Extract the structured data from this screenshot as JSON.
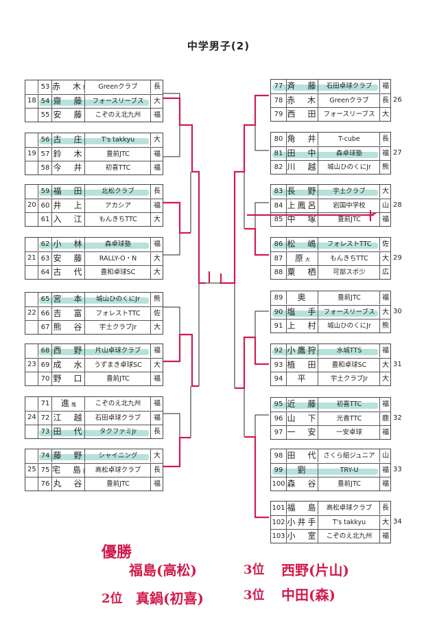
{
  "title": "中学男子(2)",
  "left_groups": [
    {
      "number": "18",
      "players": [
        {
          "num": "53",
          "name": "赤　木",
          "name_suffix": "陽",
          "team": "Greenクラブ",
          "pref": "長",
          "highlight": false
        },
        {
          "num": "54",
          "name": "齋　藤",
          "team": "フォースリーブス",
          "pref": "大",
          "highlight": true
        },
        {
          "num": "55",
          "name": "安　藤",
          "team": "こぞのえ北九州",
          "pref": "福",
          "highlight": false
        }
      ]
    },
    {
      "number": "19",
      "players": [
        {
          "num": "56",
          "name": "古　庄",
          "team": "T's takkyu",
          "pref": "大",
          "highlight": true
        },
        {
          "num": "57",
          "name": "鈴　木",
          "team": "豊前JTC",
          "pref": "福",
          "highlight": false
        },
        {
          "num": "58",
          "name": "今　井",
          "team": "初喜TTC",
          "pref": "福",
          "highlight": false
        }
      ]
    },
    {
      "number": "20",
      "players": [
        {
          "num": "59",
          "name": "福　田",
          "team": "北松クラブ",
          "pref": "長",
          "highlight": true
        },
        {
          "num": "60",
          "name": "井　上",
          "team": "アカシア",
          "pref": "福",
          "highlight": false
        },
        {
          "num": "61",
          "name": "入　江",
          "team": "もんきちTTC",
          "pref": "大",
          "highlight": false
        }
      ]
    },
    {
      "number": "21",
      "players": [
        {
          "num": "62",
          "name": "小　林",
          "team": "森卓球塾",
          "pref": "福",
          "highlight": true
        },
        {
          "num": "63",
          "name": "安　藤",
          "team": "RALLY-O・N",
          "pref": "大",
          "highlight": false
        },
        {
          "num": "64",
          "name": "古　代",
          "team": "豊和卓球SC",
          "pref": "大",
          "highlight": false
        }
      ]
    },
    {
      "number": "22",
      "players": [
        {
          "num": "65",
          "name": "宮　本",
          "team": "城山ひのくにJr",
          "pref": "熊",
          "highlight": true
        },
        {
          "num": "66",
          "name": "吉　富",
          "team": "フォレストTTC",
          "pref": "佐",
          "highlight": false
        },
        {
          "num": "67",
          "name": "熊　谷",
          "team": "宇土クラブJr",
          "pref": "大",
          "highlight": false
        }
      ]
    },
    {
      "number": "23",
      "players": [
        {
          "num": "68",
          "name": "西　野",
          "team": "片山卓球クラブ",
          "pref": "福",
          "highlight": true
        },
        {
          "num": "69",
          "name": "成　水",
          "team": "うずまき卓球SC",
          "pref": "大",
          "highlight": false
        },
        {
          "num": "70",
          "name": "野　口",
          "team": "豊前JTC",
          "pref": "福",
          "highlight": false
        }
      ]
    },
    {
      "number": "24",
      "players": [
        {
          "num": "71",
          "name": "進",
          "name_suffix": "哉",
          "team": "こぞのえ北九州",
          "pref": "福",
          "highlight": false
        },
        {
          "num": "72",
          "name": "江　越",
          "team": "石田卓球クラブ",
          "pref": "福",
          "highlight": false
        },
        {
          "num": "73",
          "name": "田　代",
          "team": "タクファミJr",
          "pref": "長",
          "highlight": true
        }
      ]
    },
    {
      "number": "25",
      "players": [
        {
          "num": "74",
          "name": "藤　野",
          "team": "シャイニング",
          "pref": "大",
          "highlight": true
        },
        {
          "num": "75",
          "name": "宅　島",
          "name_suffix": "龍",
          "team": "高松卓球クラブ",
          "pref": "長",
          "highlight": false
        },
        {
          "num": "76",
          "name": "丸　谷",
          "team": "豊前JTC",
          "pref": "福",
          "highlight": false
        }
      ]
    }
  ],
  "right_groups": [
    {
      "number": "26",
      "players": [
        {
          "num": "77",
          "name": "斉　藤",
          "team": "石田卓球クラブ",
          "pref": "福",
          "highlight": true
        },
        {
          "num": "78",
          "name": "赤　木",
          "name_suffix": "羽",
          "team": "Greenクラブ",
          "pref": "長",
          "highlight": false
        },
        {
          "num": "79",
          "name": "西　田",
          "team": "フォースリーブス",
          "pref": "大",
          "highlight": false
        }
      ]
    },
    {
      "number": "27",
      "players": [
        {
          "num": "80",
          "name": "角　井",
          "team": "T-cube",
          "pref": "長",
          "highlight": false
        },
        {
          "num": "81",
          "name": "田　中",
          "team": "森卓球塾",
          "pref": "福",
          "highlight": true
        },
        {
          "num": "82",
          "name": "川　越",
          "team": "城山ひのくにJr",
          "pref": "熊",
          "highlight": false
        }
      ]
    },
    {
      "number": "28",
      "players": [
        {
          "num": "83",
          "name": "長　野",
          "team": "宇土クラブ",
          "pref": "大",
          "highlight": true
        },
        {
          "num": "84",
          "name": "上鳳呂",
          "team": "岩国中学校",
          "pref": "山",
          "highlight": false
        },
        {
          "num": "85",
          "name": "中　塚",
          "team": "豊前JTC",
          "pref": "福",
          "highlight": false
        }
      ]
    },
    {
      "number": "29",
      "players": [
        {
          "num": "86",
          "name": "松　嶋",
          "team": "フォレストTTC",
          "pref": "佐",
          "highlight": true
        },
        {
          "num": "87",
          "name": "原",
          "name_suffix": "大",
          "team": "もんきちTTC",
          "pref": "大",
          "highlight": false
        },
        {
          "num": "88",
          "name": "粟　栖",
          "team": "可部スポ少",
          "pref": "広",
          "highlight": false
        }
      ]
    },
    {
      "number": "30",
      "players": [
        {
          "num": "89",
          "name": "奥",
          "team": "豊前JTC",
          "pref": "福",
          "highlight": false
        },
        {
          "num": "90",
          "name": "塩　手",
          "team": "フォースリーブス",
          "pref": "大",
          "highlight": true
        },
        {
          "num": "91",
          "name": "上　村",
          "team": "城山ひのくにJr",
          "pref": "熊",
          "highlight": false
        }
      ]
    },
    {
      "number": "31",
      "players": [
        {
          "num": "92",
          "name": "小鷹狩",
          "team": "水城TTS",
          "pref": "福",
          "highlight": true
        },
        {
          "num": "93",
          "name": "植　田",
          "team": "豊和卓球SC",
          "pref": "大",
          "highlight": false
        },
        {
          "num": "94",
          "name": "平",
          "team": "宇土クラブJr",
          "pref": "大",
          "highlight": false
        }
      ]
    },
    {
      "number": "32",
      "players": [
        {
          "num": "95",
          "name": "近　藤",
          "team": "初喜TTC",
          "pref": "福",
          "highlight": true
        },
        {
          "num": "96",
          "name": "山　下",
          "team": "光香TTC",
          "pref": "鹿",
          "highlight": false
        },
        {
          "num": "97",
          "name": "一　安",
          "team": "一安卓球",
          "pref": "福",
          "highlight": false
        }
      ]
    },
    {
      "number": "33",
      "players": [
        {
          "num": "98",
          "name": "田　代",
          "team": "さくら組ジュニア",
          "pref": "山",
          "highlight": false
        },
        {
          "num": "99",
          "name": "劉",
          "team": "TRY-U",
          "pref": "福",
          "highlight": true
        },
        {
          "num": "100",
          "name": "森　谷",
          "team": "豊前JTC",
          "pref": "福",
          "highlight": false
        }
      ]
    },
    {
      "number": "34",
      "players": [
        {
          "num": "101",
          "name": "福　島",
          "team": "高松卓球クラブ",
          "pref": "長",
          "highlight": false
        },
        {
          "num": "102",
          "name": "小井手",
          "team": "T's takkyu",
          "pref": "大",
          "highlight": false
        },
        {
          "num": "103",
          "name": "小　室",
          "team": "こぞのえ北九州",
          "pref": "福",
          "highlight": false
        }
      ]
    }
  ],
  "handwritten": {
    "champion_label": "優勝",
    "champion_name": "福島(高松)",
    "second_label": "2位",
    "second_name": "真鍋(初喜)",
    "third_label_1": "3位",
    "third_name_1": "西野(片山)",
    "third_label_2": "3位",
    "third_name_2": "中田(森)"
  },
  "colors": {
    "highlight": "#9ed8cf",
    "bracket_red": "#d11a4a",
    "line": "#222222"
  }
}
